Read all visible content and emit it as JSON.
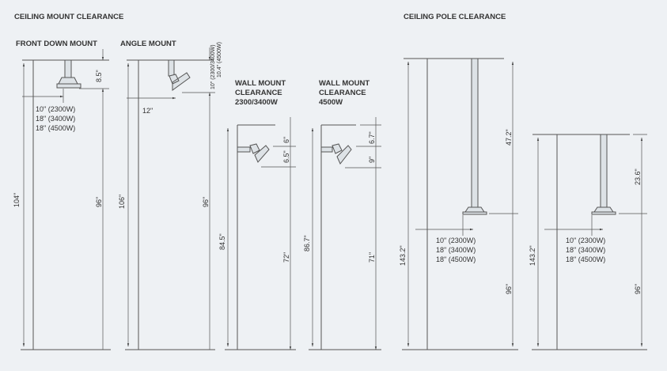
{
  "titles": {
    "ceiling_mount": "CEILING MOUNT CLEARANCE",
    "ceiling_pole": "CEILING POLE CLEARANCE"
  },
  "front_down": {
    "label": "FRONT DOWN MOUNT",
    "total": "104\"",
    "floor": "96\"",
    "drop": "8.5\"",
    "widths": [
      "10\" (2300W)",
      "18\" (3400W)",
      "18\" (4500W)"
    ]
  },
  "angle": {
    "label": "ANGLE MOUNT",
    "total": "106\"",
    "floor": "96\"",
    "drop": [
      "10\" (2300/3400W)",
      "10.4\" (4500W)"
    ],
    "width": "12\""
  },
  "wall_2300": {
    "label": [
      "WALL MOUNT",
      "CLEARANCE",
      "2300/3400W"
    ],
    "total": "84.5\"",
    "top": "6\"",
    "fixture": "6.5\"",
    "floor": "72\""
  },
  "wall_4500": {
    "label": [
      "WALL MOUNT",
      "CLEARANCE",
      "4500W"
    ],
    "total": "86.7\"",
    "top": "6.7\"",
    "fixture": "9\"",
    "floor": "71\""
  },
  "pole_long": {
    "total": "143.2\"",
    "pole": "47.2\"",
    "floor": "96\"",
    "widths": [
      "10\" (2300W)",
      "18\" (3400W)",
      "18\" (4500W)"
    ]
  },
  "pole_short": {
    "total": "143.2\"",
    "pole": "23.6\"",
    "floor": "96\"",
    "widths": [
      "10\" (2300W)",
      "18\" (3400W)",
      "18\" (4500W)"
    ]
  }
}
